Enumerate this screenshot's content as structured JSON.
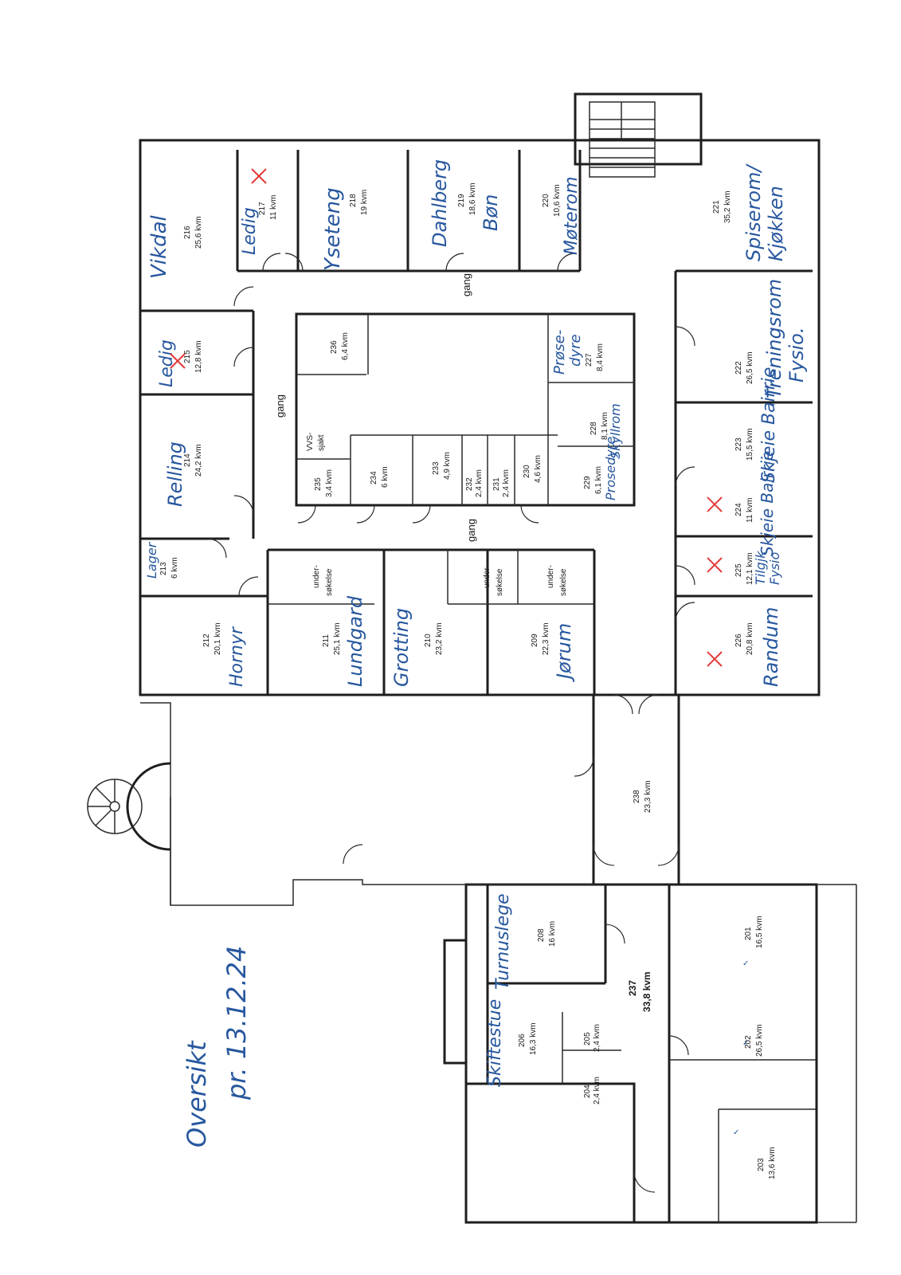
{
  "overview": {
    "line1": "Oversikt",
    "line2": "pr. 13.12.24"
  },
  "corridor_label": "gang",
  "rooms": {
    "r201": {
      "num": "201",
      "area": "16,5 kvm"
    },
    "r202": {
      "num": "202",
      "area": "26,5 kvm"
    },
    "r203": {
      "num": "203",
      "area": "13,6 kvm"
    },
    "r204": {
      "num": "204",
      "area": "2,4 kvm"
    },
    "r205": {
      "num": "205",
      "area": "2,4 kvm"
    },
    "r206": {
      "num": "206",
      "area": "16,3 kvm",
      "tenant": "Skiftestue"
    },
    "r208": {
      "num": "208",
      "area": "16 kvm",
      "tenant": "Turnuslege"
    },
    "r209": {
      "num": "209",
      "area": "22,3 kvm",
      "tenant": "Jørum"
    },
    "r210": {
      "num": "210",
      "area": "23,2 kvm",
      "tenant": "Grotting"
    },
    "r211": {
      "num": "211",
      "area": "25,1 kvm",
      "tenant": "Lundgard"
    },
    "r212": {
      "num": "212",
      "area": "20,1 kvm",
      "tenant": "Hornyr"
    },
    "r213": {
      "num": "213",
      "area": "6 kvm",
      "tenant": "Lager"
    },
    "r214": {
      "num": "214",
      "area": "24,2 kvm",
      "tenant": "Relling"
    },
    "r215": {
      "num": "215",
      "area": "12,8 kvm",
      "tenant": "Ledig"
    },
    "r216": {
      "num": "216",
      "area": "25,6 kvm",
      "tenant": "Vikdal"
    },
    "r217": {
      "num": "217",
      "area": "11 kvm",
      "tenant": "Ledig"
    },
    "r218": {
      "num": "218",
      "area": "19 kvm",
      "tenant": "Yseteng"
    },
    "r219": {
      "num": "219",
      "area": "18,6 kvm",
      "tenant": "Dahlberg",
      "tenant2": "Bøn"
    },
    "r220": {
      "num": "220",
      "area": "10,6 kvm",
      "tenant": "Møterom"
    },
    "r221": {
      "num": "221",
      "area": "35,2 kvm",
      "tenant": "Spiserom/",
      "tenant2": "Kjøkken"
    },
    "r222": {
      "num": "222",
      "area": "26,5 kvm",
      "tenant": "Treningsrom",
      "tenant2": "Fysio."
    },
    "r223": {
      "num": "223",
      "area": "15,5 kvm",
      "tenant": "Skjeie Bairrie"
    },
    "r224": {
      "num": "224",
      "area": "11 kvm",
      "tenant": "Skjeie Bairrie"
    },
    "r225": {
      "num": "225",
      "area": "12,1 kvm",
      "tenant": "Tilgjk",
      "tenant2": "Fysio"
    },
    "r226": {
      "num": "226",
      "area": "20,8 kvm",
      "tenant": "Randum"
    },
    "r227": {
      "num": "227",
      "area": "8,4 kvm",
      "tenant": "Prøse-",
      "tenant2": "dyre"
    },
    "r228": {
      "num": "228",
      "area": "8,1 kvm",
      "tenant": "Skyllrom"
    },
    "r229": {
      "num": "229",
      "area": "6,1 kvm",
      "tenant": "Prosedyre"
    },
    "r230": {
      "num": "230",
      "area": "4,6 kvm"
    },
    "r231": {
      "num": "231",
      "area": "2,4 kvm"
    },
    "r232": {
      "num": "232",
      "area": "2,4 kvm"
    },
    "r233": {
      "num": "233",
      "area": "4,9 kvm"
    },
    "r234": {
      "num": "234",
      "area": "6 kvm"
    },
    "r235": {
      "num": "235",
      "area": "3,4 kvm"
    },
    "r236": {
      "num": "236",
      "area": "6,4 kvm"
    },
    "r237": {
      "num": "237",
      "area": "33,8 kvm"
    },
    "r238": {
      "num": "238",
      "area": "23,3 kvm"
    }
  },
  "labels": {
    "vvs": "VVS-",
    "vvs2": "sjakt",
    "exam": "under-",
    "exam2": "søkelse"
  },
  "colors": {
    "handwriting": "#27579e",
    "vacant_mark": "#e33b3b",
    "walls": "#1e1e1e"
  }
}
